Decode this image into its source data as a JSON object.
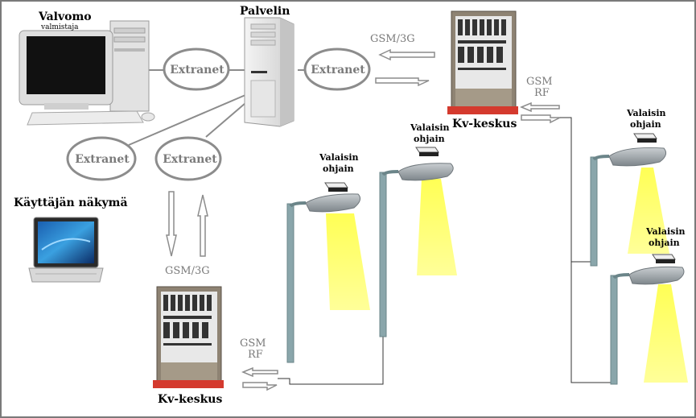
{
  "labels": {
    "valvomo": "Valvomo",
    "valmistaja": "valmistaja",
    "palvelin": "Palvelin",
    "kayttajan_nakyma": "Käyttäjän näkymä",
    "extranet": "Extranet",
    "gsm_3g": "GSM/3G",
    "gsm": "GSM",
    "rf": "RF",
    "kv_keskus": "Kv-keskus",
    "valaisin": "Valaisin",
    "ohjain": "ohjain"
  },
  "colors": {
    "ellipse_stroke": "#8c8c8c",
    "extranet_text": "#7a7a7a",
    "arrow": "#8c8c8c",
    "pole": "#8aa6ab",
    "light_cone": "#ffff66",
    "cabinet_base": "#d43a2e",
    "cabinet_body": "#8e8373",
    "lamp_head": "#9aa0a4"
  },
  "icons": [
    "desktop-computer-icon",
    "server-tower-icon",
    "laptop-icon",
    "control-cabinet-icon",
    "street-light-icon",
    "lamp-controller-icon"
  ]
}
